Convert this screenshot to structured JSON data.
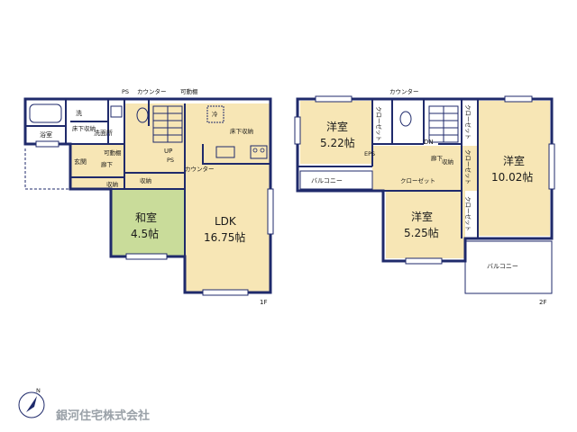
{
  "floor1": {
    "label": "1F",
    "rooms": {
      "ldk_name": "LDK",
      "ldk_size": "16.75帖",
      "washitsu_name": "和室",
      "washitsu_size": "4.5帖",
      "bath": "浴室",
      "genkan": "玄関",
      "senmenjo": "洗面所",
      "sen": "洗",
      "yukashita": "床下収納",
      "rouka": "廊下",
      "shuno1": "収納",
      "shuno2": "収納",
      "kadodana1": "可動棚",
      "kadodana2": "可動棚",
      "counter1": "カウンター",
      "counter2": "カウンター",
      "ps1": "PS",
      "ps2": "PS",
      "up": "UP",
      "rei": "冷",
      "yukashita2": "床下収納"
    }
  },
  "floor2": {
    "label": "2F",
    "rooms": {
      "yoshitsu_a_name": "洋室",
      "yoshitsu_a_size": "5.22帖",
      "yoshitsu_b_name": "洋室",
      "yoshitsu_b_size": "10.02帖",
      "yoshitsu_c_name": "洋室",
      "yoshitsu_c_size": "5.25帖",
      "balcony1": "バルコニー",
      "balcony2": "バルコニー",
      "closet1": "クローゼット",
      "closet2": "クローゼット",
      "closet3": "クローゼット",
      "closet4": "クローゼット",
      "closet5": "クローゼット",
      "shuno": "収納",
      "rouka": "廊下",
      "counter": "カウンター",
      "eps": "EPS",
      "dn": "DN"
    }
  },
  "company": "銀河住宅株式会社",
  "compass": "N",
  "colors": {
    "wall": "#1f2a6b",
    "floor": "#f7e6b5",
    "tatami": "#c9dc9a",
    "wet": "#ffffff"
  }
}
